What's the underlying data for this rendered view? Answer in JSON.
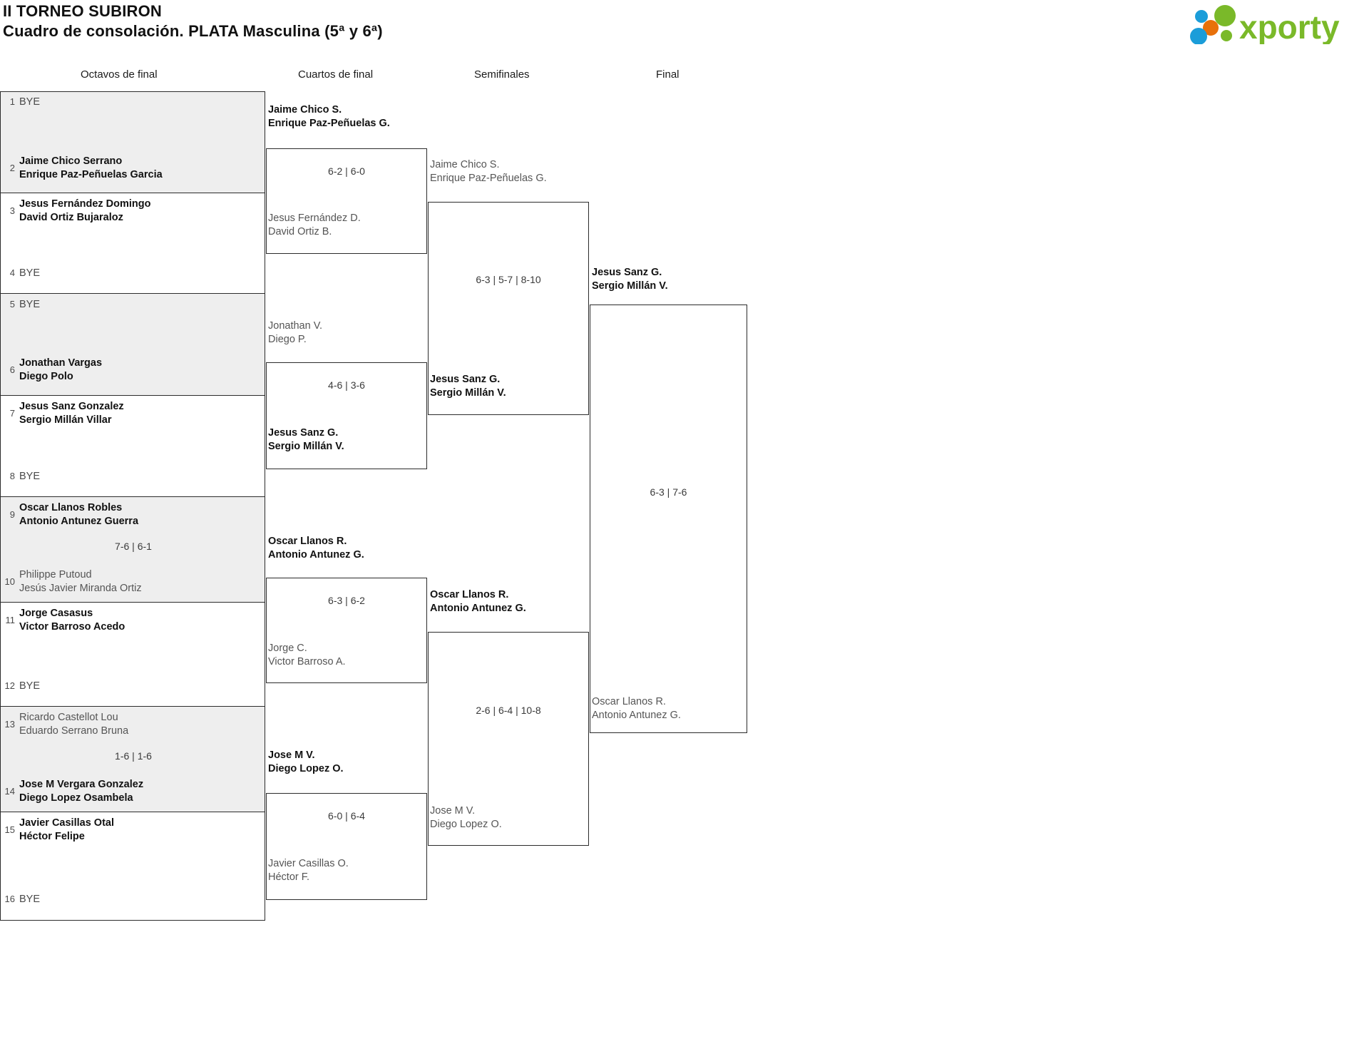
{
  "header": {
    "title_line1": "II TORNEO SUBIRON",
    "title_line2": "Cuadro de consolación. PLATA Masculina (5ª y 6ª)",
    "logo_text": "xporty",
    "logo_colors": {
      "green": "#7ab929",
      "blue": "#1b9dd9",
      "orange": "#e8710a"
    }
  },
  "rounds": [
    {
      "label": "Octavos de final"
    },
    {
      "label": "Cuartos de final"
    },
    {
      "label": "Semifinales"
    },
    {
      "label": "Final"
    }
  ],
  "round1": {
    "entries": [
      {
        "seed": "1",
        "bye": "BYE",
        "state": "bye"
      },
      {
        "seed": "2",
        "p1": "Jaime Chico Serrano",
        "p2": "Enrique Paz-Peñuelas Garcia",
        "state": "winner"
      },
      {
        "seed": "3",
        "p1": "Jesus Fernández Domingo",
        "p2": "David Ortiz Bujaraloz",
        "state": "winner"
      },
      {
        "seed": "4",
        "bye": "BYE",
        "state": "bye"
      },
      {
        "seed": "5",
        "bye": "BYE",
        "state": "bye"
      },
      {
        "seed": "6",
        "p1": "Jonathan Vargas",
        "p2": "Diego Polo",
        "state": "winner"
      },
      {
        "seed": "7",
        "p1": "Jesus Sanz Gonzalez",
        "p2": "Sergio Millán Villar",
        "state": "winner"
      },
      {
        "seed": "8",
        "bye": "BYE",
        "state": "bye"
      },
      {
        "seed": "9",
        "p1": "Oscar Llanos Robles",
        "p2": "Antonio Antunez Guerra",
        "state": "winner"
      },
      {
        "seed": "10",
        "p1": "Philippe Putoud",
        "p2": "Jesús Javier Miranda Ortiz",
        "state": "loser"
      },
      {
        "seed": "11",
        "p1": "Jorge Casasus",
        "p2": "Victor Barroso Acedo",
        "state": "winner"
      },
      {
        "seed": "12",
        "bye": "BYE",
        "state": "bye"
      },
      {
        "seed": "13",
        "p1": "Ricardo Castellot Lou",
        "p2": "Eduardo Serrano Bruna",
        "state": "loser"
      },
      {
        "seed": "14",
        "p1": "Jose M Vergara Gonzalez",
        "p2": "Diego Lopez Osambela",
        "state": "winner"
      },
      {
        "seed": "15",
        "p1": "Javier Casillas Otal",
        "p2": "Héctor Felipe",
        "state": "winner"
      },
      {
        "seed": "16",
        "bye": "BYE",
        "state": "bye"
      }
    ],
    "scores": [
      "",
      "",
      "",
      "",
      "7-6 | 6-1",
      "",
      "1-6 | 1-6",
      ""
    ]
  },
  "round2": {
    "matches": [
      {
        "top": {
          "p1": "Jaime Chico S.",
          "p2": "Enrique Paz-Peñuelas G.",
          "state": "winner"
        },
        "bottom": {
          "p1": "Jesus Fernández D.",
          "p2": "David Ortiz B.",
          "state": "loser"
        },
        "score": "6-2 | 6-0"
      },
      {
        "top": {
          "p1": "Jonathan V.",
          "p2": "Diego P.",
          "state": "loser"
        },
        "bottom": {
          "p1": "Jesus Sanz G.",
          "p2": "Sergio Millán V.",
          "state": "winner"
        },
        "score": "4-6 | 3-6"
      },
      {
        "top": {
          "p1": "Oscar Llanos R.",
          "p2": "Antonio Antunez G.",
          "state": "winner"
        },
        "bottom": {
          "p1": "Jorge C.",
          "p2": "Victor Barroso A.",
          "state": "loser"
        },
        "score": "6-3 | 6-2"
      },
      {
        "top": {
          "p1": "Jose M V.",
          "p2": "Diego Lopez O.",
          "state": "winner"
        },
        "bottom": {
          "p1": "Javier Casillas O.",
          "p2": "Héctor F.",
          "state": "loser"
        },
        "score": "6-0 | 6-4"
      }
    ]
  },
  "round3": {
    "matches": [
      {
        "top": {
          "p1": "Jaime Chico S.",
          "p2": "Enrique Paz-Peñuelas G.",
          "state": "loser"
        },
        "bottom": {
          "p1": "Jesus Sanz G.",
          "p2": "Sergio Millán V.",
          "state": "winner"
        },
        "score": "6-3 | 5-7 | 8-10"
      },
      {
        "top": {
          "p1": "Oscar Llanos R.",
          "p2": "Antonio Antunez G.",
          "state": "winner"
        },
        "bottom": {
          "p1": "Jose M V.",
          "p2": "Diego Lopez O.",
          "state": "loser"
        },
        "score": "2-6 | 6-4 | 10-8"
      }
    ]
  },
  "round4": {
    "matches": [
      {
        "top": {
          "p1": "Jesus Sanz G.",
          "p2": "Sergio Millán V.",
          "state": "winner"
        },
        "bottom": {
          "p1": "Oscar Llanos R.",
          "p2": "Antonio Antunez G.",
          "state": "loser"
        },
        "score": "6-3 | 7-6"
      }
    ]
  }
}
